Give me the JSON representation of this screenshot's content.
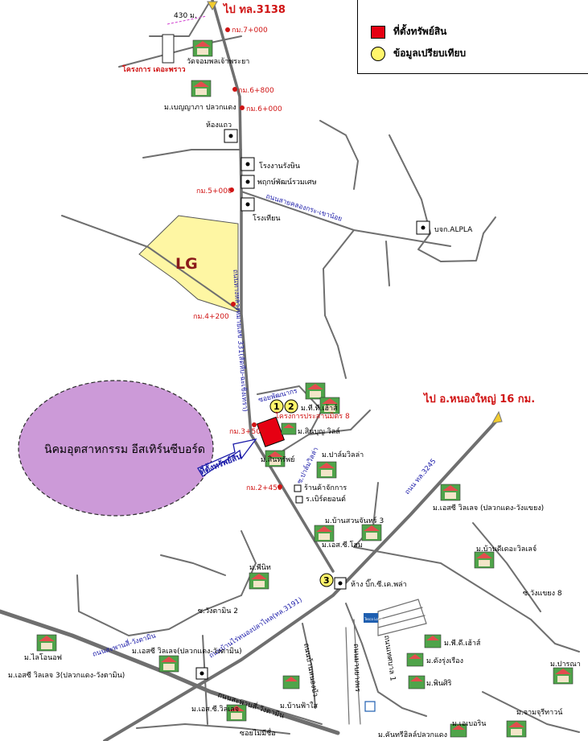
{
  "legend": {
    "subject": "ที่ตั้งทรัพย์สิน",
    "comparables": "ข้อมูลเปรียบเทียบ"
  },
  "directions": {
    "north": "ไป ทล.3138",
    "east": "ไป อ.หนองใหญ่ 16 กม."
  },
  "areas": {
    "lg": "LG",
    "estate": "นิคมอุตสาหกรรม อีสเทิร์นซีบอร์ด"
  },
  "subject_label": "ที่ตั้งทรัพย์สิน",
  "scale_note": "430 ม.",
  "comparables": [
    {
      "id": "1",
      "label": "1"
    },
    {
      "id": "2",
      "label": "2"
    },
    {
      "id": "3",
      "label": "3"
    }
  ],
  "km_markers": {
    "km7": "กม.7+000",
    "km6_8": "กม.6+800",
    "km6": "กม.6+000",
    "km5": "กม.5+000",
    "km4_2": "กม.4+200",
    "km3_5": "กม.3+500",
    "km2_45": "กม.2+450"
  },
  "roads": {
    "main": "ถนนทางหลวงหมายเลข 331(สัตหีบ-ฉะเชิงเทรา)",
    "klongkra": "ถนนสายคลองกระ-เขาน้อย",
    "pattana": "ซอยพัฒนากร",
    "palmvilla": "ซ.ปาล์มวิลล่า",
    "tl3245": "ถนน ทล.3245",
    "nongplalai": "ถนนบ้านไร่หนองปลาไหล(ทล.3191)",
    "saphan4": "ถนนสะพานสี่-วังตามิน",
    "saphan4b": "ถนนสะพานสี่-วังตามิน",
    "ban_pong": "ถนนบ้านหนองบัว",
    "mab_yang": "ถนนมาบยางพร",
    "sukhumvit": "ถนนเทศบาล 1",
    "soi_mai": "ซอยไม่มีชื่อ"
  },
  "places": {
    "project_dawprao": "โครงการ เดอะพราว",
    "wat_mongkol": "วัดจอมพลเจ้าพระยา",
    "baan_bunyapha": "ม.เบญญาภา ปลวกแดง",
    "hongkaew": "ห้องแถว",
    "rongngan": "โรงงานรังษิน",
    "phathip": "พฤกษ์พัฒน์รวมเศษ",
    "rongtian": "โรงเทียน",
    "alpla": "บจก.ALPLA",
    "tt_house": "ม.ที.ที.เฮ้าส์",
    "prasarnmit": "โครงการประสานมิตร 8",
    "sinbun": "ม.สินบุญ วิลล์",
    "sinsap": "ม.สินทรัพย์",
    "palm": "ม.ปาล์มวิลล่า",
    "shop_tang": "ร้านค้าจักการ",
    "rs_school": "ร.เบิร์ดยอนต์",
    "baan_suan": "ม.บ้านสวนจันทร์ 3",
    "es_home": "ม.เอส.ซี.โฮม",
    "es_village": "ม.เอสซี วิลเลจ (ปลวกแดง-วังแขยง)",
    "baan_dee": "ม.บ้านดีเดอะวิลเลจ์",
    "pinit": "ม.พีนิท",
    "soi_wang8": "ซ.วังแขยง 8",
    "big_c": "ห้าง บิ๊ก.ซี.เค.พล่า",
    "soi_wangtamin2": "ซ.วังตามิน 2",
    "es_village3": "ม.เอสซี วิลเลจ 3(ปลวกแดง-วังตามิน)",
    "lilo_home": "ม.ไลโอนอฟ",
    "es_village2": "ม.เอสซี วิลเลจ(ปลวกแดง-วังตามิน)",
    "pd_house": "ม.พี.ดี.เฮ้าส์",
    "sangrung": "ม.ดังรุ่งเรือง",
    "pinsiri": "ม.พินศิริ",
    "parana": "ม.ปารณา",
    "baan_fah": "ม.บ้านฟ้าใส",
    "es_village_b": "ม.เอส.ซี.วิลเลจ",
    "chaba": "ม.จามจุรีทาวน์",
    "krisda": "ม.คันทรีฮิลล์ปลวกแดง",
    "eb_rin": "ม.เอเบอริน",
    "tesco": "Tesco Lotus"
  }
}
